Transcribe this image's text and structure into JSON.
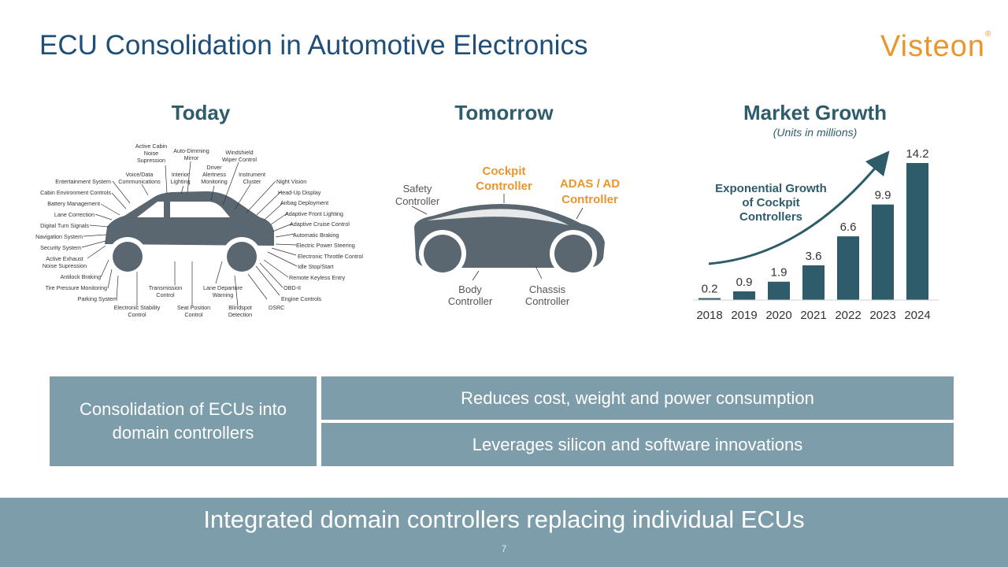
{
  "slide": {
    "title": "ECU Consolidation in Automotive Electronics",
    "logo": "Visteon",
    "page_number": "7"
  },
  "today": {
    "heading": "Today",
    "labels": {
      "active_cabin_1": "Active Cabin",
      "active_cabin_2": "Noise",
      "active_cabin_3": "Supression",
      "auto_dimming_1": "Auto-Dimming",
      "auto_dimming_2": "Mirror",
      "windshield_1": "Windshield",
      "windshield_2": "Wiper Control",
      "voice_1": "Voice/Data",
      "voice_2": "Communications",
      "interior_1": "Interior",
      "interior_2": "Lighting",
      "driver_1": "Driver",
      "driver_2": "Alertness",
      "driver_3": "Monitoring",
      "instrument_1": "Instrument",
      "instrument_2": "Cluster",
      "entertainment": "Entertainment System",
      "cabin_env": "Cabin Environment Controls",
      "battery": "Battery Management",
      "lane_correction": "Lane Correction",
      "digital_turn": "Digital Turn Signals",
      "navigation": "Navigation System",
      "security": "Security System",
      "active_exhaust_1": "Active Exhaust",
      "active_exhaust_2": "Noise Supression",
      "antilock": "Antilock Braking",
      "tire_pressure": "Tire Pressure Monitoring",
      "parking": "Parking System",
      "esc_1": "Electronic Stability",
      "esc_2": "Control",
      "transmission_1": "Transmission",
      "transmission_2": "Control",
      "seat_1": "Seat Position",
      "seat_2": "Control",
      "lane_dep_1": "Lane Departure",
      "lane_dep_2": "Warning",
      "blindspot_1": "Blindspot",
      "blindspot_2": "Detection",
      "dsrc": "DSRC",
      "night_vision": "Night Vision",
      "hud": "Head-Up Display",
      "airbag": "Airbag Deployment",
      "afl": "Adaptive Front Lighting",
      "acc": "Adaptive Cruise Control",
      "auto_braking": "Automatic Braking",
      "eps": "Electric Power Steering",
      "etc": "Electronic Throttle Control",
      "idle": "Idle Stop/Start",
      "keyless": "Remote Keyless Entry",
      "obd": "OBD-II",
      "engine": "Engine Controls"
    }
  },
  "tomorrow": {
    "heading": "Tomorrow",
    "safety_1": "Safety",
    "safety_2": "Controller",
    "cockpit_1": "Cockpit",
    "cockpit_2": "Controller",
    "adas_1": "ADAS / AD",
    "adas_2": "Controller",
    "body_1": "Body",
    "body_2": "Controller",
    "chassis_1": "Chassis",
    "chassis_2": "Controller"
  },
  "market": {
    "heading": "Market Growth",
    "subtitle": "(Units in millions)",
    "annotation_1": "Exponential Growth",
    "annotation_2": "of Cockpit",
    "annotation_3": "Controllers"
  },
  "chart_data": {
    "type": "bar",
    "title": "Market Growth",
    "subtitle": "(Units in millions)",
    "categories": [
      "2018",
      "2019",
      "2020",
      "2021",
      "2022",
      "2023",
      "2024"
    ],
    "values": [
      0.2,
      0.9,
      1.9,
      3.6,
      6.6,
      9.9,
      14.2
    ],
    "value_labels": [
      "0.2",
      "0.9",
      "1.9",
      "3.6",
      "6.6",
      "9.9",
      "14.2"
    ],
    "bar_color": "#2e5c6b",
    "grid": false,
    "ylim": [
      0,
      14.2
    ]
  },
  "boxes": {
    "left": "Consolidation of ECUs into domain controllers",
    "right_top": "Reduces cost, weight and power consumption",
    "right_bottom": "Leverages silicon and software innovations"
  },
  "banner": "Integrated domain controllers replacing individual ECUs",
  "colors": {
    "title": "#1f4e79",
    "accent_orange": "#e8962e",
    "dark_teal": "#2e5c6b",
    "box_fill": "#7d9dab",
    "car_gray": "#5b6770"
  }
}
